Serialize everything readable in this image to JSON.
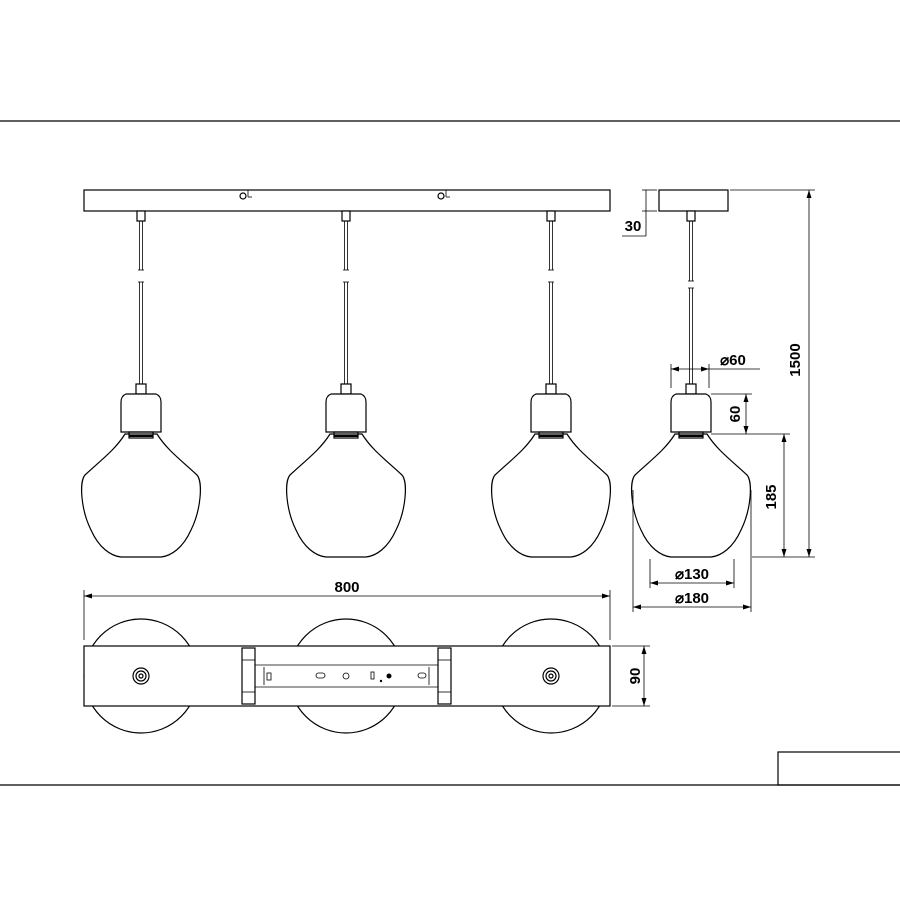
{
  "dimensions": {
    "width_label": "800",
    "base_height_label": "90",
    "canopy_height_label": "30",
    "total_height_label": "1500",
    "socket_diameter_label": "⌀60",
    "socket_height_label": "60",
    "shade_height_label": "185",
    "shade_bottom_diameter_label": "⌀130",
    "shade_max_diameter_label": "⌀180"
  },
  "title_block": {
    "text": ""
  }
}
